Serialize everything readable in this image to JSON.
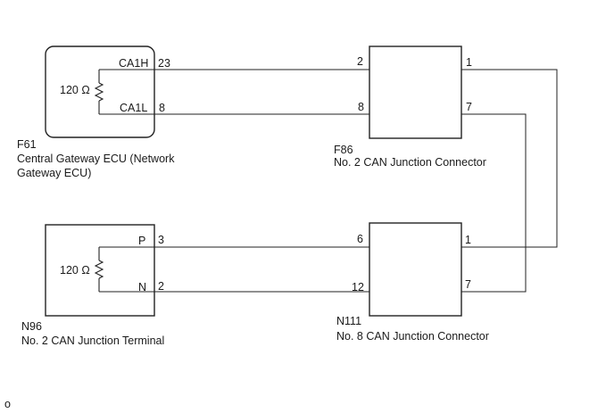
{
  "ecu": {
    "code": "F61",
    "name_line1": "Central Gateway ECU (Network",
    "name_line2": "Gateway ECU)",
    "resistor": "120 Ω",
    "pin_high_label": "CA1H",
    "pin_high_number": "23",
    "pin_low_label": "CA1L",
    "pin_low_number": "8"
  },
  "f86": {
    "code": "F86",
    "name": "No. 2 CAN Junction Connector",
    "pin_2": "2",
    "pin_8": "8",
    "pin_1": "1",
    "pin_7": "7"
  },
  "terminal": {
    "code": "N96",
    "name": "No. 2 CAN Junction Terminal",
    "resistor": "120 Ω",
    "pin_p_label": "P",
    "pin_p_number": "3",
    "pin_n_label": "N",
    "pin_n_number": "2"
  },
  "n111": {
    "code": "N111",
    "name": "No. 8 CAN Junction Connector",
    "pin_6": "6",
    "pin_12": "12",
    "pin_1": "1",
    "pin_7": "7"
  },
  "footer": {
    "mark": "o"
  }
}
